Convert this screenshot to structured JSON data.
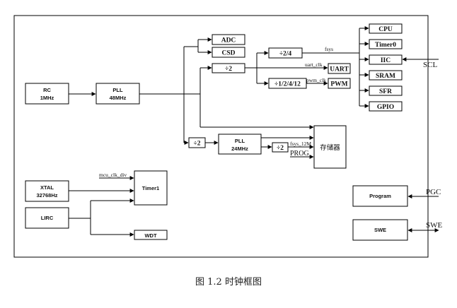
{
  "caption": "图  1.2 时钟框图",
  "blocks": {
    "rc": [
      "RC",
      "1MHz"
    ],
    "pll48": [
      "PLL",
      "48MHz"
    ],
    "adc": "ADC",
    "csd": "CSD",
    "div24": "÷2/4",
    "div2_top": "÷2",
    "div_pwm": "÷1/2/4/12",
    "uart": "UART",
    "pwm": "PWM",
    "cpu": "CPU",
    "timer0": "Timer0",
    "iic": "IIC",
    "sram": "SRAM",
    "sfr": "SFR",
    "gpio": "GPIO",
    "div2_left": "÷2",
    "pll24": [
      "PLL",
      "24MHz"
    ],
    "div2_mid": "÷2",
    "storage": "存储器",
    "xtal": [
      "XTAL",
      "32768Hz"
    ],
    "lirc": "LIRC",
    "timer1": "Timer1",
    "wdt": "WDT",
    "program": "Program",
    "swe": "SWE"
  },
  "signals": {
    "fsys": "fsys",
    "uart_clk": "uart_clk",
    "pwm_clk": "pwm_clk",
    "fsys_12m": "fsys_12M",
    "prog": "PROG",
    "mcu_clk_div": "mcu_clk_div",
    "scl": "SCL",
    "pgc": "PGC",
    "swe": "SWE"
  }
}
